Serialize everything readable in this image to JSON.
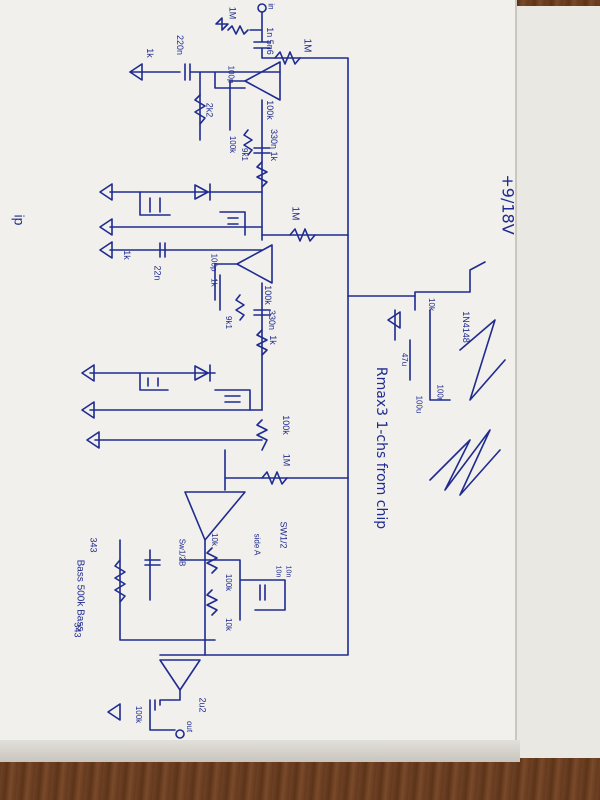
{
  "labels": {
    "supply": "+9/18V",
    "cap_1n5": "1n 5n6",
    "res_1M_top": "1M",
    "res_1M_input": "1M",
    "cap_220n": "220n",
    "res_1k_left": "1k",
    "res_2k2": "2k2",
    "cap_100p": "100p",
    "pot_100k_1": "100k",
    "pot_100k_1b": "100k",
    "res_9k1_1": "9k1",
    "cap_330n_1": "330n 1k",
    "res_1M_mid": "1M",
    "res_1k_stage2": "1k",
    "cap_22n": "22n",
    "res_1k_stage2b": "1k",
    "cap_100p_2": "100p",
    "pot_100k_2": "100k",
    "res_9k1_2": "9k1",
    "cap_330n_2": "330n",
    "res_1k_stage3": "1k",
    "pot_100k_3": "100k",
    "res_1M_low": "1M",
    "diode": "1N4148",
    "res_10k": "10k",
    "cap_47u": "47u",
    "cap_100u": "100u",
    "res_100r": "100r",
    "ic_note": "Rmax3 1-chs from chip",
    "sw_label": "SW1/2",
    "side_a": "side A",
    "tone_cap": "10n",
    "tone_cap2": "10n",
    "sw_b": "Sw1/2B",
    "res_10k_2": "10k",
    "pot_100k_4": "100k",
    "res_10k_3": "10k",
    "pot_bass": "Bass 500k Bass",
    "tone_343": "343",
    "tone_343b": "343",
    "out_cap": "2u2",
    "res_100k_out": "100k",
    "out": "out",
    "in": "in",
    "corner_mark": "ip"
  }
}
